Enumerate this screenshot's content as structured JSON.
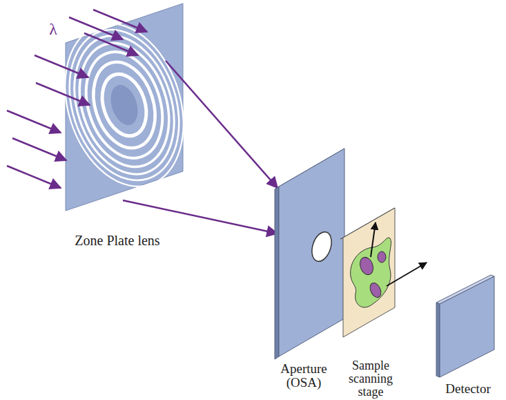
{
  "diagram": {
    "labels": [
      "λ",
      "Zone Plate lens",
      "Aperture (OSA)",
      "Sample scanning stage",
      "Detector"
    ]
  }
}
